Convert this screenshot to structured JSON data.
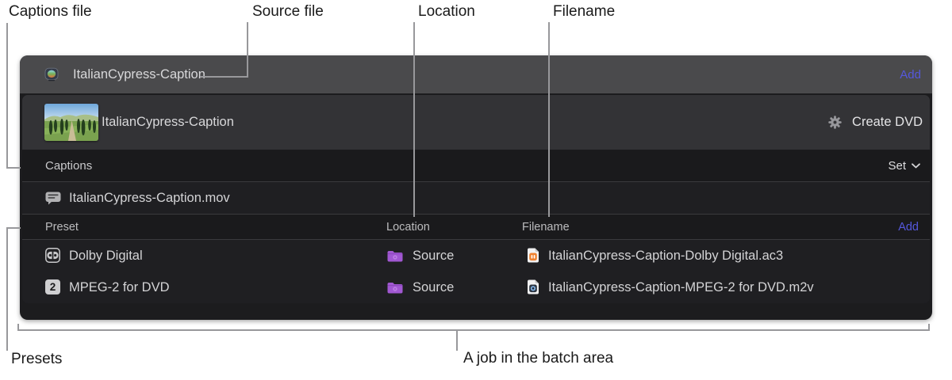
{
  "callouts": {
    "captions_file": "Captions file",
    "source_file": "Source file",
    "location": "Location",
    "filename": "Filename",
    "presets": "Presets",
    "job_in_batch": "A job in the batch area"
  },
  "batch_header": {
    "source_name": "ItalianCypress-Caption",
    "add_label": "Add"
  },
  "job": {
    "title": "ItalianCypress-Caption",
    "action_label": "Create DVD",
    "captions": {
      "section_label": "Captions",
      "set_label": "Set",
      "file_name": "ItalianCypress-Caption.mov"
    },
    "outputs": {
      "preset_column": "Preset",
      "location_column": "Location",
      "filename_column": "Filename",
      "add_label": "Add",
      "rows": [
        {
          "preset": "Dolby Digital",
          "location": "Source",
          "filename": "ItalianCypress-Caption-Dolby Digital.ac3"
        },
        {
          "preset": "MPEG-2 for DVD",
          "location": "Source",
          "filename": "ItalianCypress-Caption-MPEG-2 for DVD.m2v"
        }
      ]
    }
  },
  "colors": {
    "accent_link": "#5558dd",
    "folder_purple": "#a158d2",
    "audio_file_orange": "#ee8130",
    "window_bg": "#1c1c1e",
    "titlebar_bg": "#4a4a4c"
  }
}
